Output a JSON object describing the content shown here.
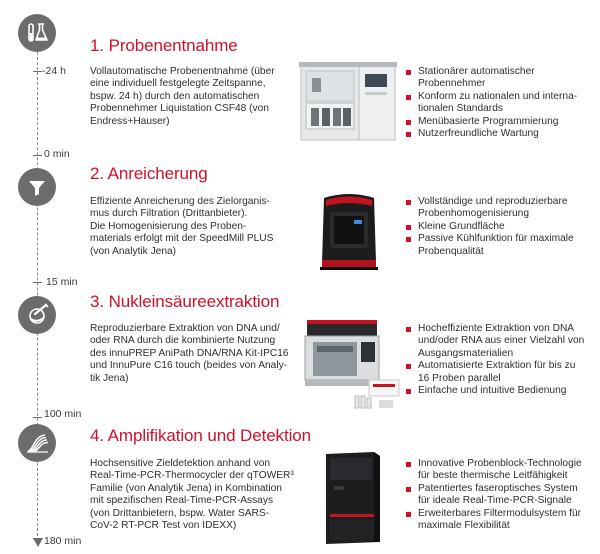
{
  "steps": [
    {
      "title": "1. Probenentnahme",
      "icon": "lab-flasks-icon",
      "description": [
        "Vollautomatische Probenentnahme (über",
        "eine individuell festgelegte Zeitspanne,",
        "bspw. 24 h) durch den automatischen",
        "Probennehmer Liquistation CSF48 (von",
        "Endress+Hauser)"
      ],
      "features": [
        [
          "Stationärer automatischer",
          "Probennehmer"
        ],
        [
          "Konform zu nationalen und interna-",
          "tionalen Standards"
        ],
        [
          "Menübasierte Programmierung"
        ],
        [
          "Nutzerfreundliche Wartung"
        ]
      ]
    },
    {
      "title": "2. Anreicherung",
      "icon": "funnel-icon",
      "description": [
        "Effiziente Anreicherung des Zielorganis-",
        "mus durch Filtration (Drittanbieter).",
        "Die Homogenisierung des Proben-",
        "materials erfolgt mit der SpeedMill PLUS",
        "(von Analytik Jena)"
      ],
      "features": [
        [
          "Vollständige und reproduzierbare",
          "Probenhomogenisierung"
        ],
        [
          "Kleine Grundfläche"
        ],
        [
          "Passive Kühlfunktion für maximale",
          "Probenqualität"
        ]
      ]
    },
    {
      "title": "3. Nukleinsäureextraktion",
      "icon": "pipette-icon",
      "description": [
        "Reproduzierbare Extraktion von DNA und/",
        "oder RNA durch die kombinierte Nutzung",
        "des innuPREP AniPath DNA/RNA Kit-IPC16",
        "und InnuPure C16 touch (beides von Analy-",
        "tik Jena)"
      ],
      "features": [
        [
          "Hocheffiziente Extraktion von DNA",
          "und/oder RNA aus einer Vielzahl von",
          "Ausgangsmaterialien"
        ],
        [
          "Automatisierte Extraktion für bis zu",
          "16 Proben parallel"
        ],
        [
          "Einfache und intuitive Bedienung"
        ]
      ]
    },
    {
      "title": "4. Amplifikation und Detektion",
      "icon": "amplification-curves-icon",
      "description": [
        "Hochsensitive Zieldetektion anhand von",
        "Real-Time-PCR-Thermocycler der qTOWER³",
        "Familie (von Analytik Jena) in Kombination",
        "mit spezifischen Real-Time-PCR-Assays",
        "(von Drittanbietern, bspw. Water SARS-",
        "CoV-2 RT-PCR Test von IDEXX)"
      ],
      "features": [
        [
          "Innovative Probenblock-Technologie",
          "für beste thermische Leitfähigkeit"
        ],
        [
          "Patentiertes faseroptisches System",
          "für ideale Real-Time-PCR-Signale"
        ],
        [
          "Erweiterbares Filtermodulsystem für",
          "maximale Flexibilität"
        ]
      ]
    }
  ],
  "timeline": [
    "-24 h",
    "0 min",
    "15 min",
    "100 min",
    "180 min"
  ],
  "colors": {
    "accent": "#d0102a",
    "icon_bg": "#6c6c6c",
    "text": "#2f2f2f"
  }
}
